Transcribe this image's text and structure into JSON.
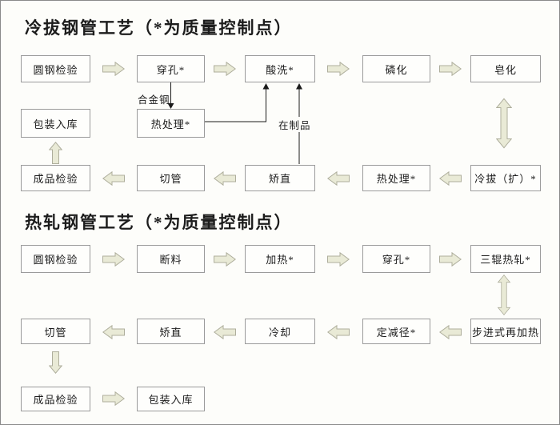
{
  "colors": {
    "page_bg": "#fdfdfa",
    "frame_border": "#8a8a8a",
    "box_fill": "#fefefc",
    "box_border": "#9b9b9b",
    "text_color": "#1c1c1c",
    "arrow_fill": "#e9ead6",
    "arrow_stroke": "#aeae9c",
    "line_color": "#1a1a1a"
  },
  "charts": [
    {
      "title": "冷拔钢管工艺（*为质量控制点）",
      "top_row": [
        "圆钢检验",
        "穿孔*",
        "酸洗*",
        "磷化",
        "皂化"
      ],
      "middle_row": [
        "包装入库",
        "热处理*"
      ],
      "bottom_row": [
        "成品检验",
        "切管",
        "矫直",
        "热处理*",
        "冷拔（扩）*"
      ],
      "annotations": {
        "alloy_steel": "合金钢",
        "work_in_process": "在制品"
      }
    },
    {
      "title": "热轧钢管工艺（*为质量控制点）",
      "top_row": [
        "圆钢检验",
        "断料",
        "加热*",
        "穿孔*",
        "三辊热轧*"
      ],
      "middle_row": [
        "切管",
        "矫直",
        "冷却",
        "定减径*",
        "步进式再加热"
      ],
      "bottom_row": [
        "成品检验",
        "包装入库"
      ]
    }
  ]
}
